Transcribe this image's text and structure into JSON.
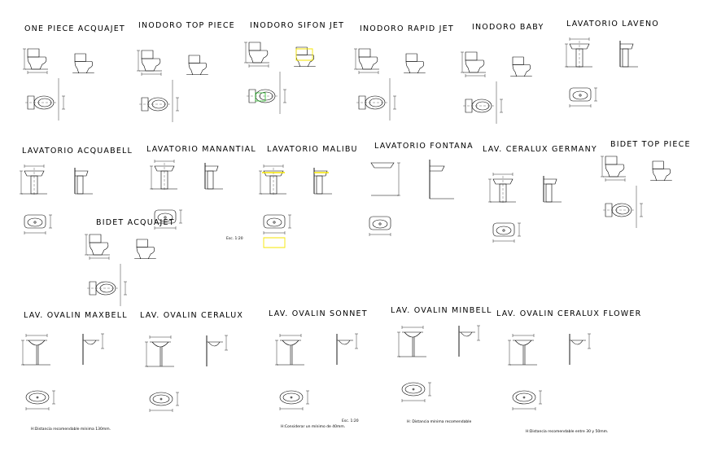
{
  "sheet": {
    "fixtures": [
      {
        "id": "one-piece-acquajet",
        "title": "ONE PIECE ACQUAJET",
        "kind": "toilet",
        "yellow": false
      },
      {
        "id": "inodoro-top-piece",
        "title": "INODORO TOP PIECE",
        "kind": "toilet",
        "yellow": false
      },
      {
        "id": "inodoro-sifon-jet",
        "title": "INODORO SIFON JET",
        "kind": "toilet",
        "yellow": true
      },
      {
        "id": "inodoro-rapid-jet",
        "title": "INODORO RAPID JET",
        "kind": "toilet",
        "yellow": false
      },
      {
        "id": "inodoro-baby",
        "title": "INODORO BABY",
        "kind": "toilet",
        "yellow": false
      },
      {
        "id": "lavatorio-laveno",
        "title": "LAVATORIO LAVENO",
        "kind": "basin",
        "yellow": false
      },
      {
        "id": "lavatorio-acquabell",
        "title": "LAVATORIO ACQUABELL",
        "kind": "basin",
        "yellow": false
      },
      {
        "id": "lavatorio-manantial",
        "title": "LAVATORIO MANANTIAL",
        "kind": "basin",
        "yellow": false
      },
      {
        "id": "lavatorio-malibu",
        "title": "LAVATORIO MALIBU",
        "kind": "basin",
        "yellow": true
      },
      {
        "id": "lavatorio-fontana",
        "title": "LAVATORIO FONTANA",
        "kind": "wallbasin",
        "yellow": false
      },
      {
        "id": "lav-ceralux-germany",
        "title": "LAV. CERALUX GERMANY",
        "kind": "basin",
        "yellow": false
      },
      {
        "id": "bidet-top-piece",
        "title": "BIDET TOP PIECE",
        "kind": "toilet",
        "yellow": false
      },
      {
        "id": "bidet-acquajet",
        "title": "BIDET ACQUAJET",
        "kind": "toilet",
        "yellow": false
      },
      {
        "id": "lav-ovalin-maxbell",
        "title": "LAV. OVALIN MAXBELL",
        "kind": "ovalin",
        "yellow": false
      },
      {
        "id": "lav-ovalin-ceralux",
        "title": "LAV. OVALIN CERALUX",
        "kind": "ovalin",
        "yellow": false
      },
      {
        "id": "lav-ovalin-sonnet",
        "title": "LAV. OVALIN SONNET",
        "kind": "ovalin",
        "yellow": false
      },
      {
        "id": "lav-ovalin-minbell",
        "title": "LAV. OVALIN MINBELL",
        "kind": "ovalin",
        "yellow": false
      },
      {
        "id": "lav-ovalin-ceralux-flower",
        "title": "LAV. OVALIN CERALUX FLOWER",
        "kind": "ovalin",
        "yellow": false
      }
    ],
    "notes": [
      {
        "id": "esc-manantial",
        "text": "Esc. 1:20"
      },
      {
        "id": "esc-sonnet",
        "text": "Esc. 1:20"
      },
      {
        "id": "note-maxbell",
        "text": "H:Distancia recomendable mínima 130mm."
      },
      {
        "id": "note-sonnet",
        "text": "H:Considerar un mínimo de 40mm."
      },
      {
        "id": "note-minbell",
        "text": "H: Distancia mínima recomendable"
      },
      {
        "id": "note-flower",
        "text": "H:Distancia recomendable entre 30 y 50mm."
      }
    ],
    "colors": {
      "line": "#000000",
      "highlight": "#f5e600",
      "accent_green": "#22bb22",
      "background": "#ffffff"
    }
  }
}
